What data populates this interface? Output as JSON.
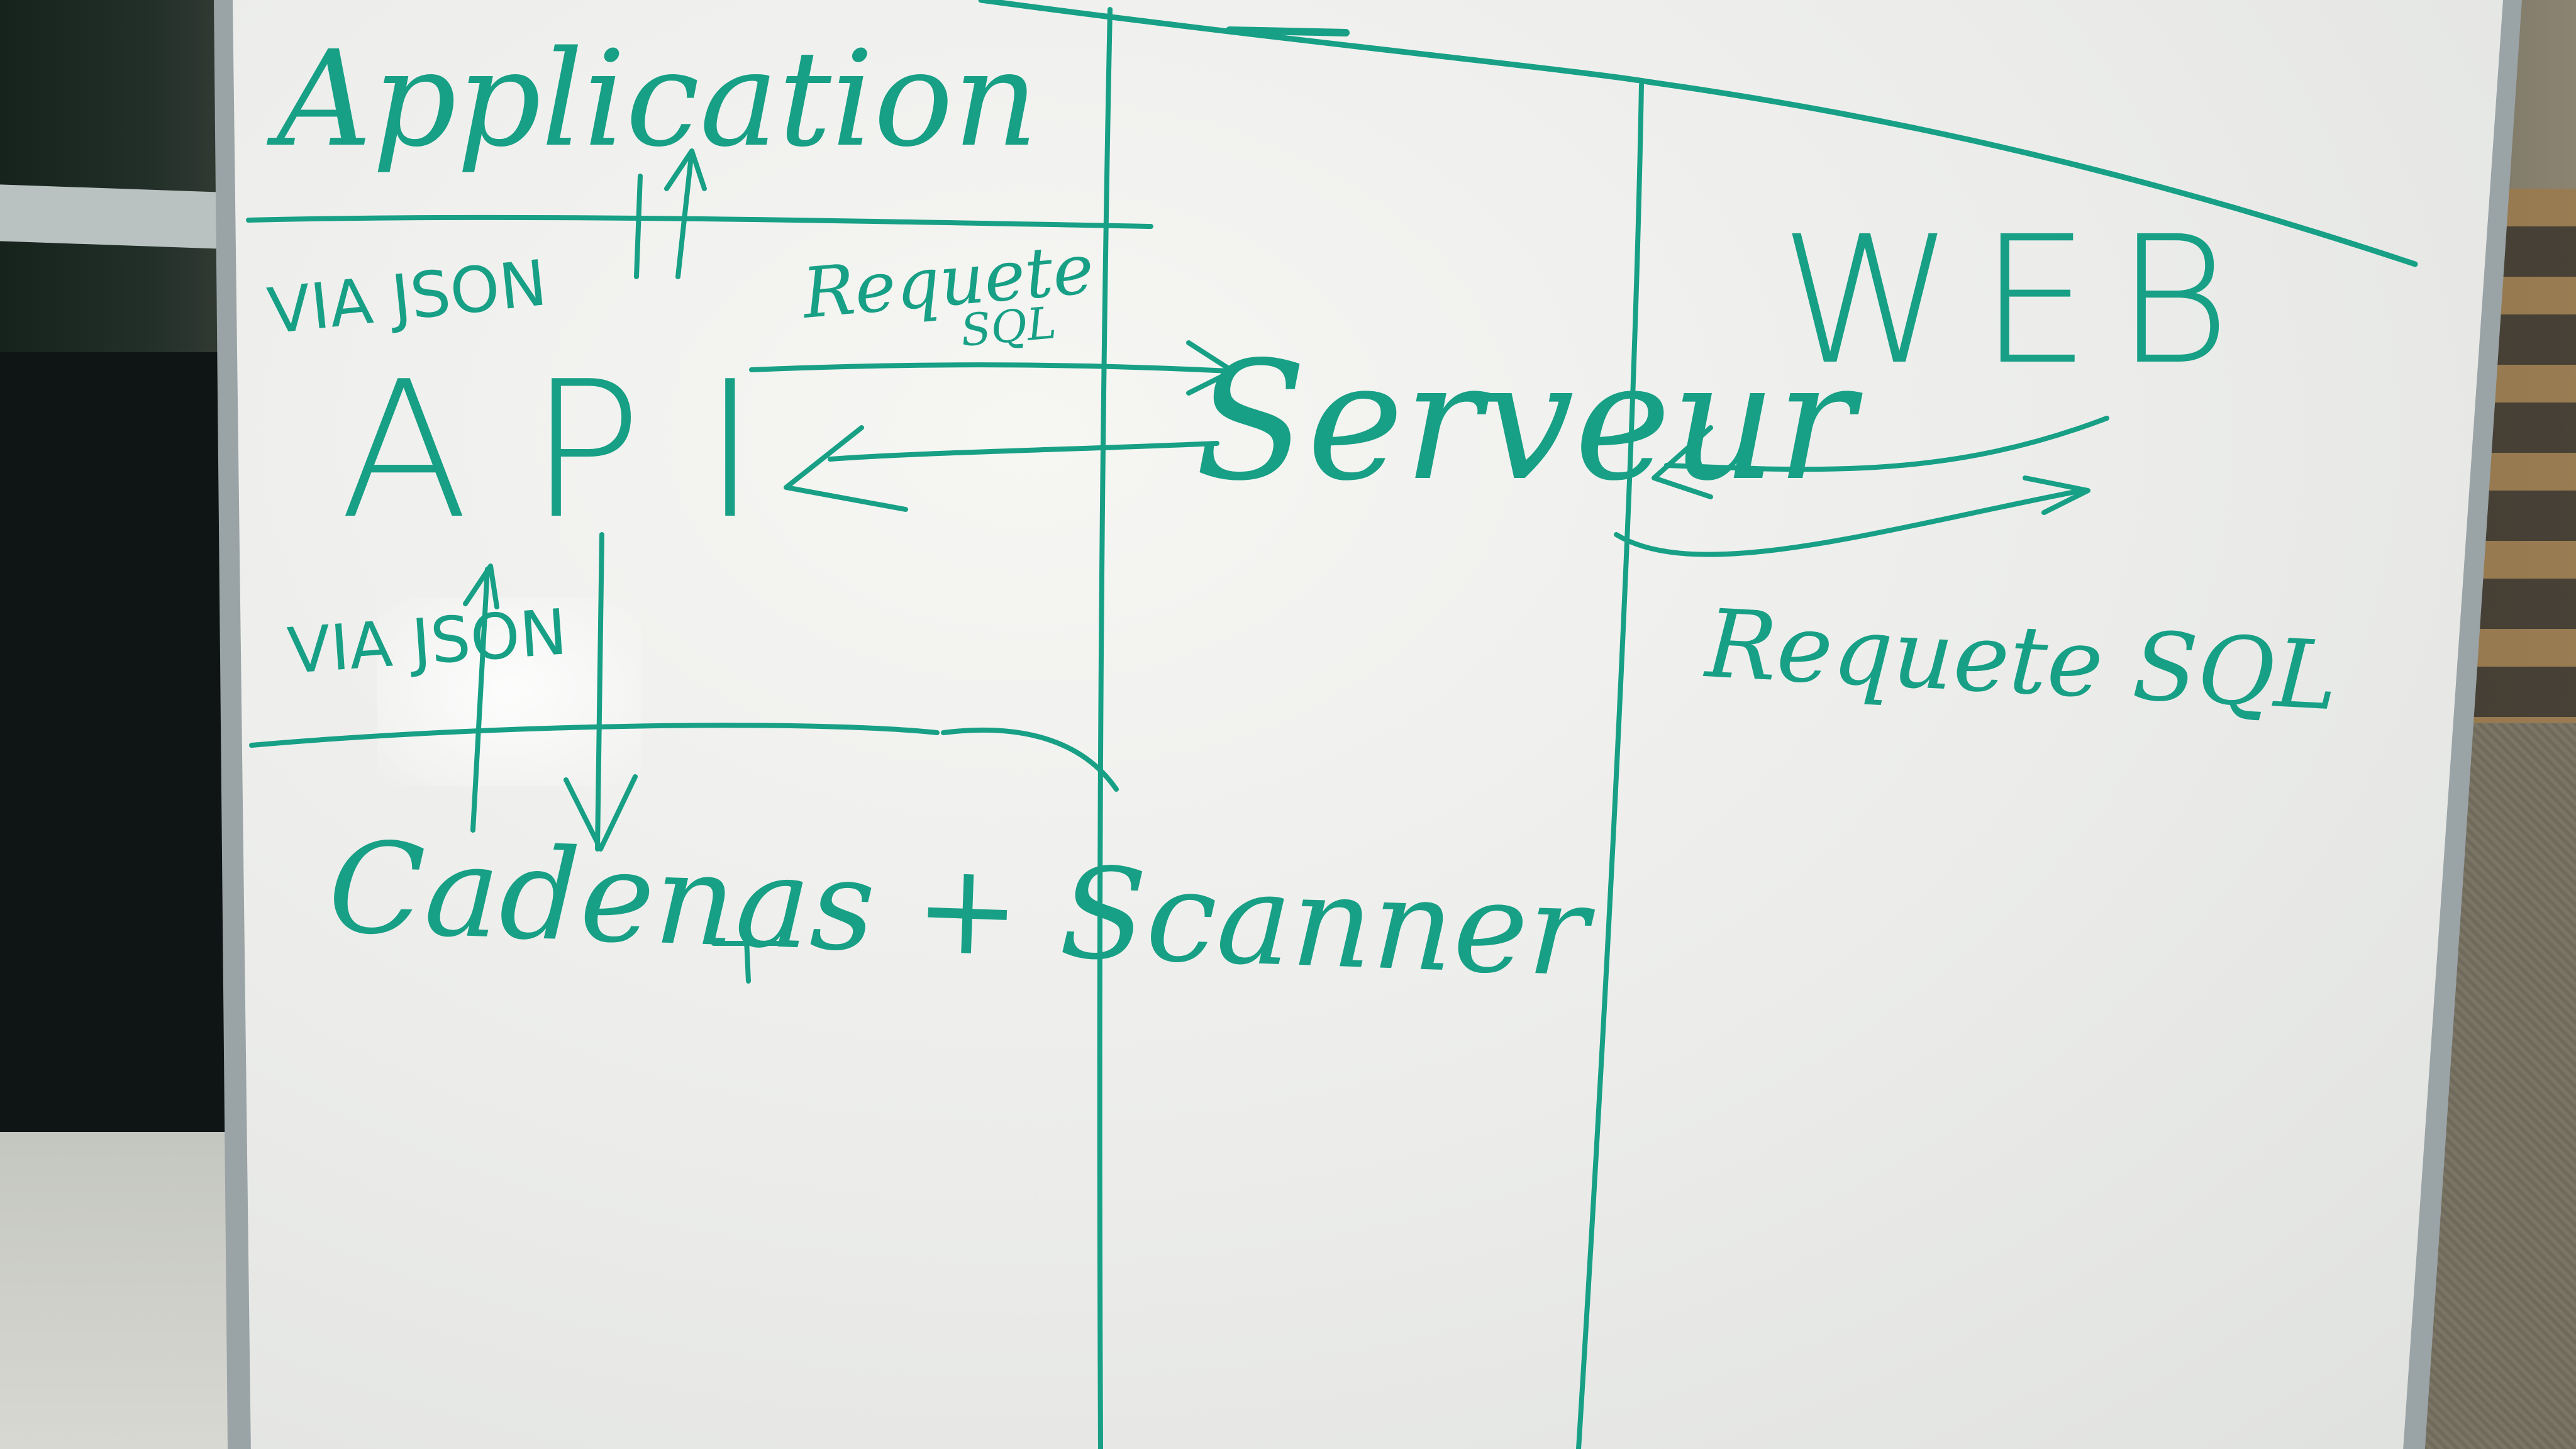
{
  "diagram": {
    "ink_color": "#17a085",
    "board_color": "#ecedea",
    "labels": {
      "application": "Application",
      "via_json_top": "VIA JSON",
      "api": "A P I",
      "requete_sql_left_line1": "Requete",
      "requete_sql_left_line2": "SQL",
      "serveur": "Serveur",
      "web": "WEB",
      "requete_sql_right": "Requete SQL",
      "via_json_bottom": "VIA JSON",
      "cadenas_scanner": "Cadenas + Scanner"
    }
  }
}
